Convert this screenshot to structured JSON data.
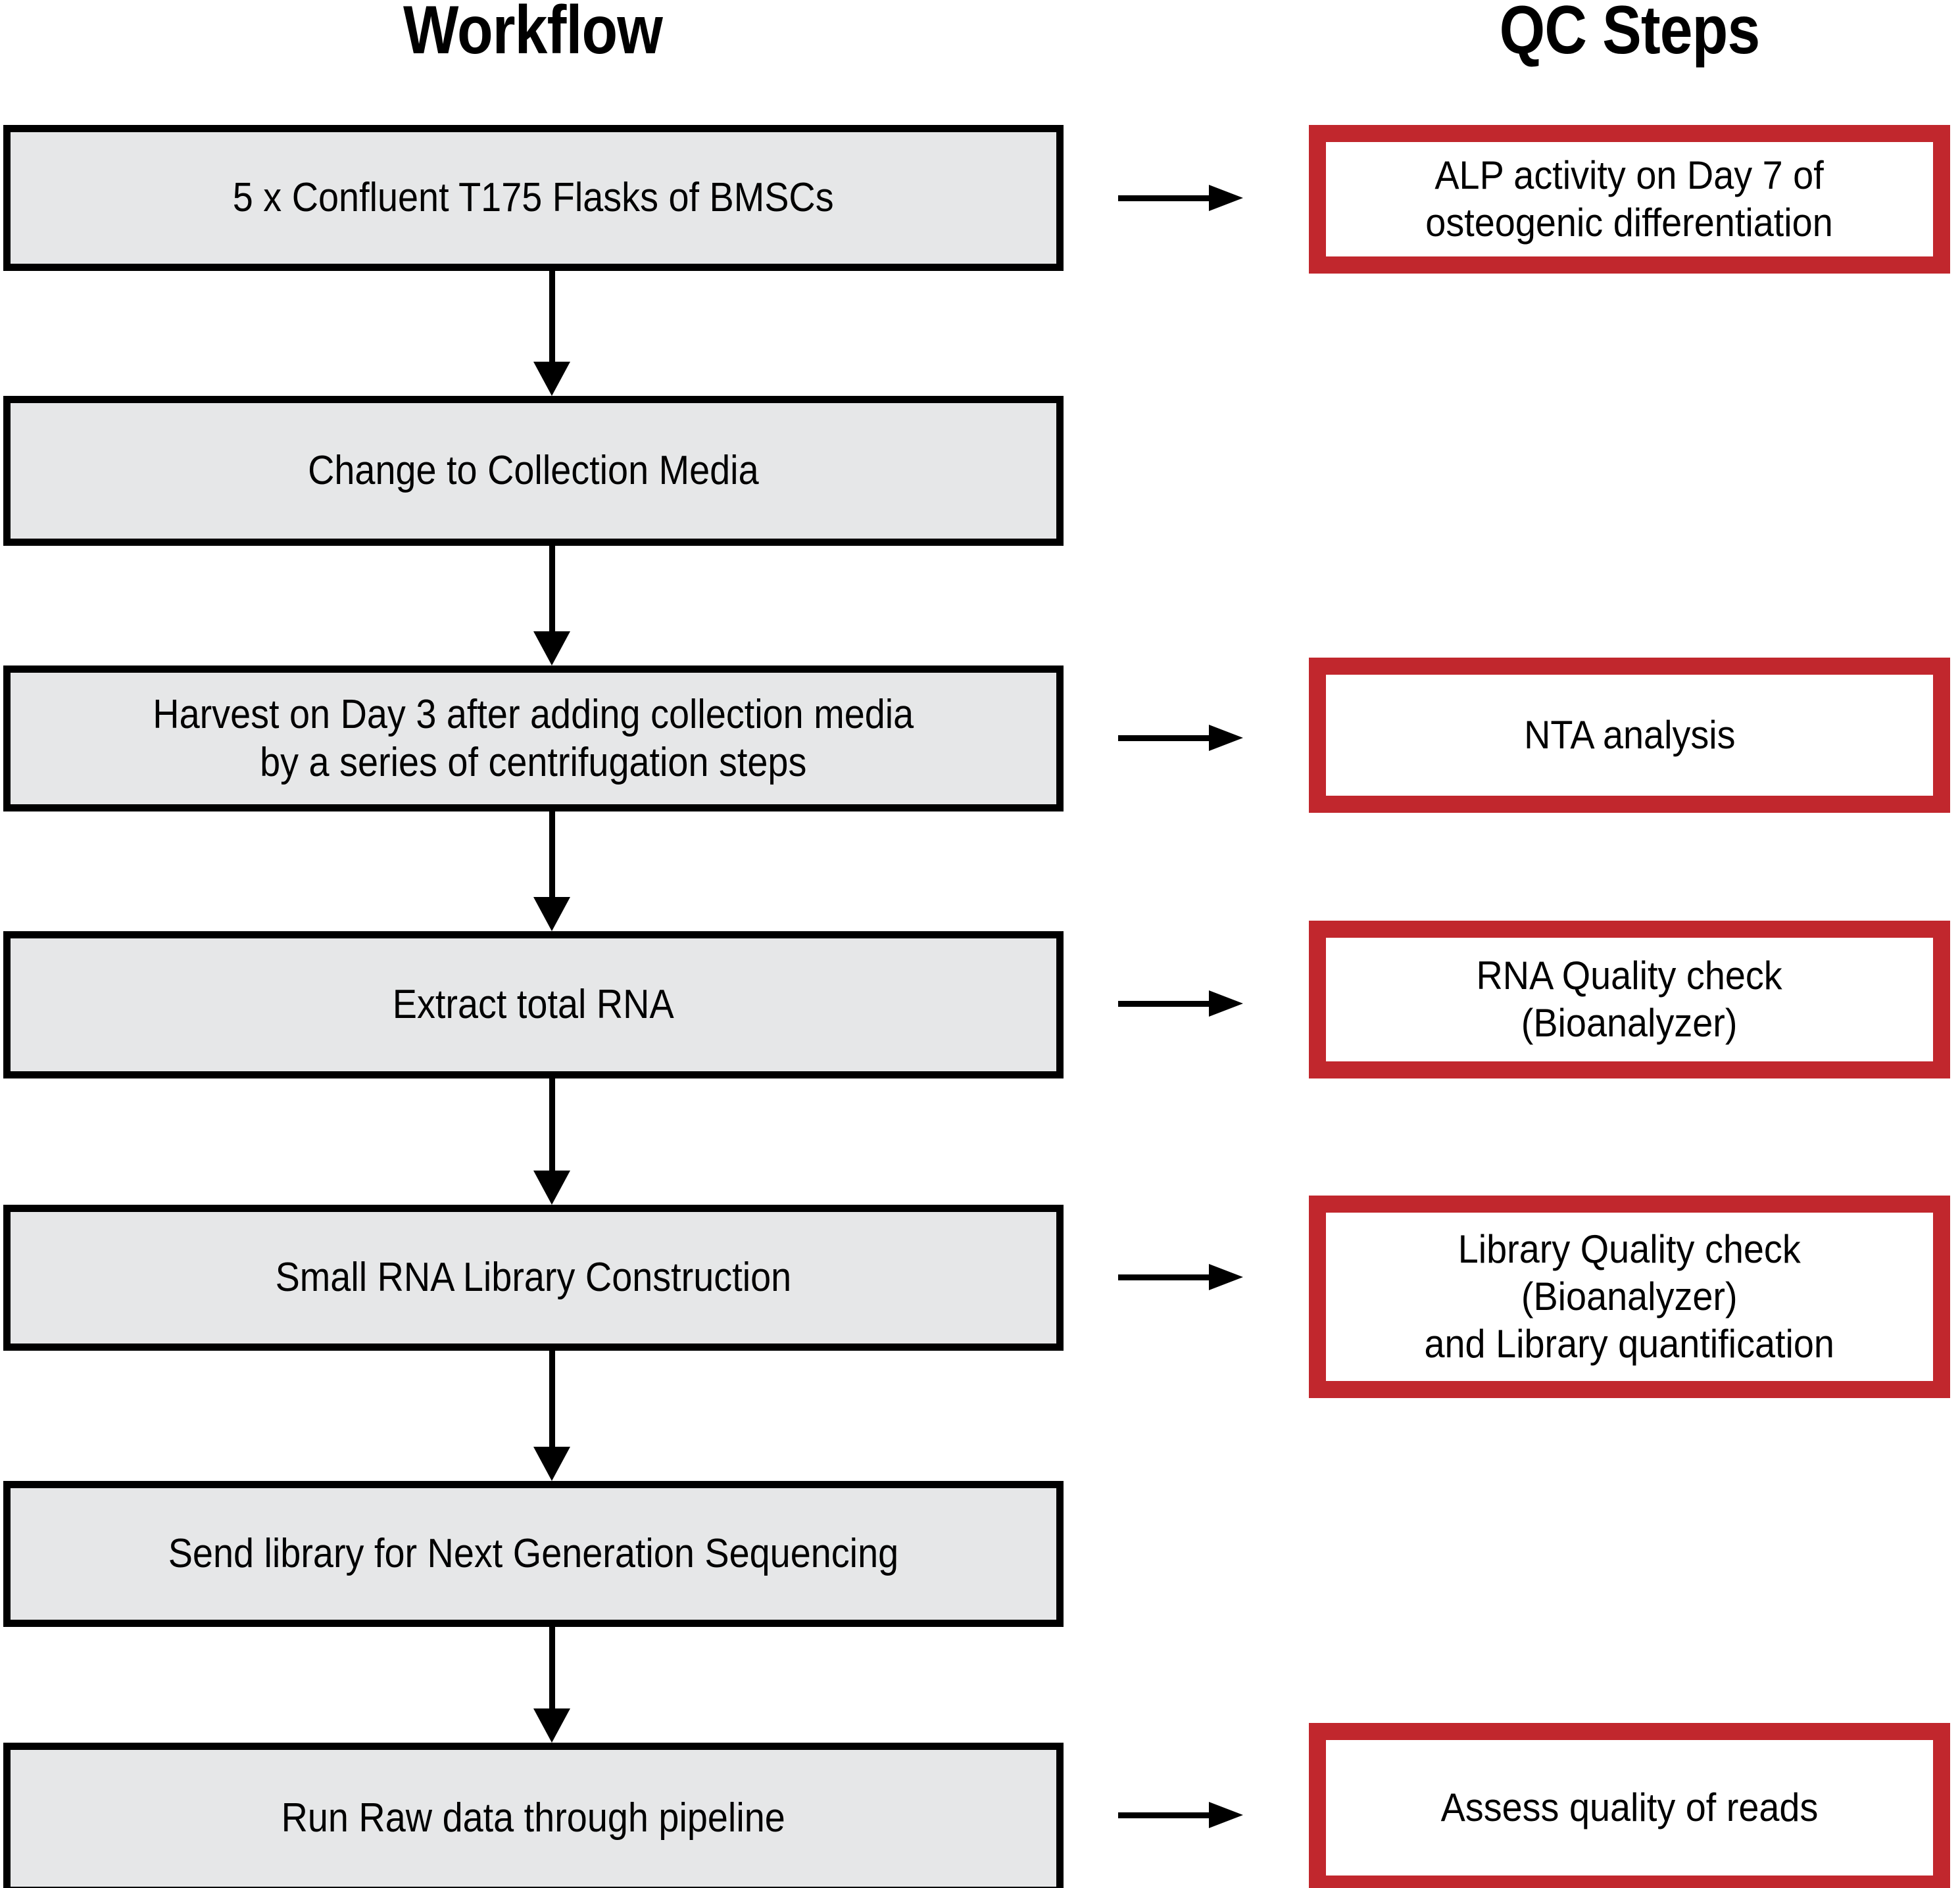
{
  "columns": {
    "workflow_title": "Workflow",
    "qc_title": "QC Steps"
  },
  "colors": {
    "box_fill": "#E6E7E8",
    "box_border": "#000000",
    "qc_border": "#C1272D",
    "qc_fill": "#FFFFFF",
    "background": "#FFFFFF",
    "text": "#000000"
  },
  "workflow_steps": [
    {
      "id": "step-flasks",
      "label": "5 x Confluent T175 Flasks of BMSCs"
    },
    {
      "id": "step-media",
      "label": "Change to Collection Media"
    },
    {
      "id": "step-harvest",
      "label": "Harvest on Day 3 after adding collection media\nby a series of centrifugation steps"
    },
    {
      "id": "step-extract-rna",
      "label": "Extract total RNA"
    },
    {
      "id": "step-library",
      "label": "Small RNA Library Construction"
    },
    {
      "id": "step-send-library",
      "label": "Send library for Next Generation Sequencing"
    },
    {
      "id": "step-pipeline",
      "label": "Run Raw data through pipeline"
    }
  ],
  "qc_steps": [
    {
      "id": "qc-alp",
      "label": "ALP activity on Day 7 of\nosteogenic differentiation",
      "linked_step": "step-flasks"
    },
    {
      "id": "qc-nta",
      "label": "NTA analysis",
      "linked_step": "step-harvest"
    },
    {
      "id": "qc-rna",
      "label": "RNA Quality check\n(Bioanalyzer)",
      "linked_step": "step-extract-rna"
    },
    {
      "id": "qc-library",
      "label": "Library Quality check\n(Bioanalyzer)\nand Library quantification",
      "linked_step": "step-library"
    },
    {
      "id": "qc-reads",
      "label": "Assess quality of reads",
      "linked_step": "step-pipeline"
    }
  ]
}
